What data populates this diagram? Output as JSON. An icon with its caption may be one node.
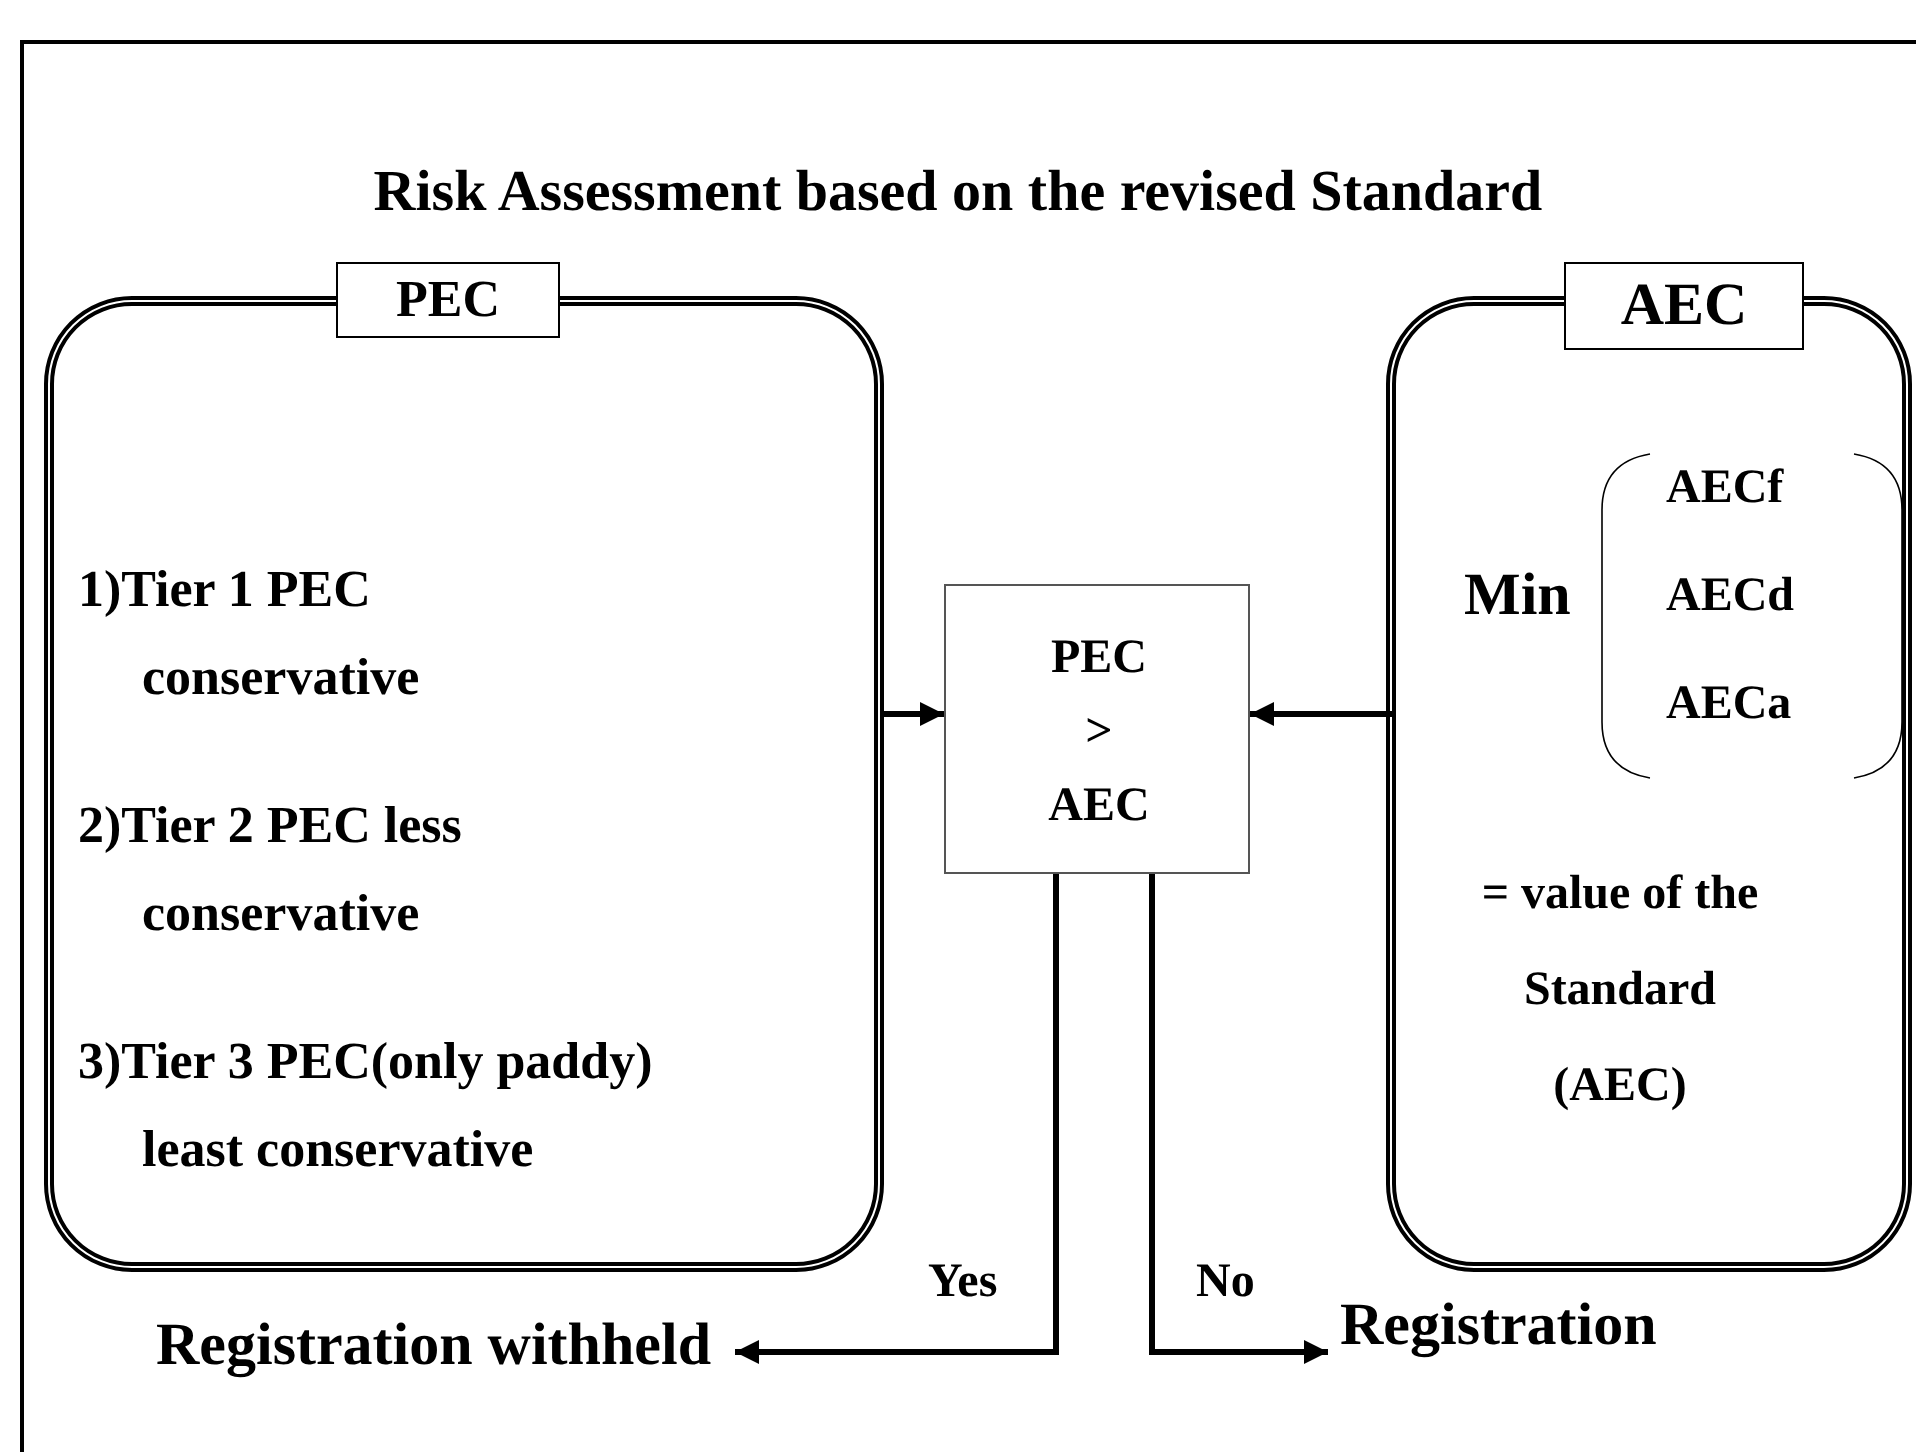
{
  "diagram": {
    "title": "Risk Assessment based on the revised Standard",
    "nodes": [
      {
        "text": [
          "PEC",
          "1)Tier 1 PEC conservative",
          "2)Tier 2 PEC less conservative",
          "3)Tier 3 PEC(only paddy) least conservative"
        ]
      },
      {
        "text": [
          "AEC",
          "Min",
          "AECf",
          "AECd",
          "AECa",
          "= value of the Standard (AEC)"
        ]
      },
      {
        "text": [
          "PEC > AEC"
        ]
      },
      {
        "text": [
          "Registration withheld"
        ]
      },
      {
        "text": [
          "Registration"
        ]
      }
    ],
    "edges": [
      {
        "from": 0,
        "to": 2,
        "arrow": "to"
      },
      {
        "from": 1,
        "to": 2,
        "arrow": "to"
      },
      {
        "from": 2,
        "to": 3,
        "arrow": "to",
        "label": "Yes"
      },
      {
        "from": 2,
        "to": 4,
        "arrow": "to",
        "label": "No"
      }
    ]
  }
}
